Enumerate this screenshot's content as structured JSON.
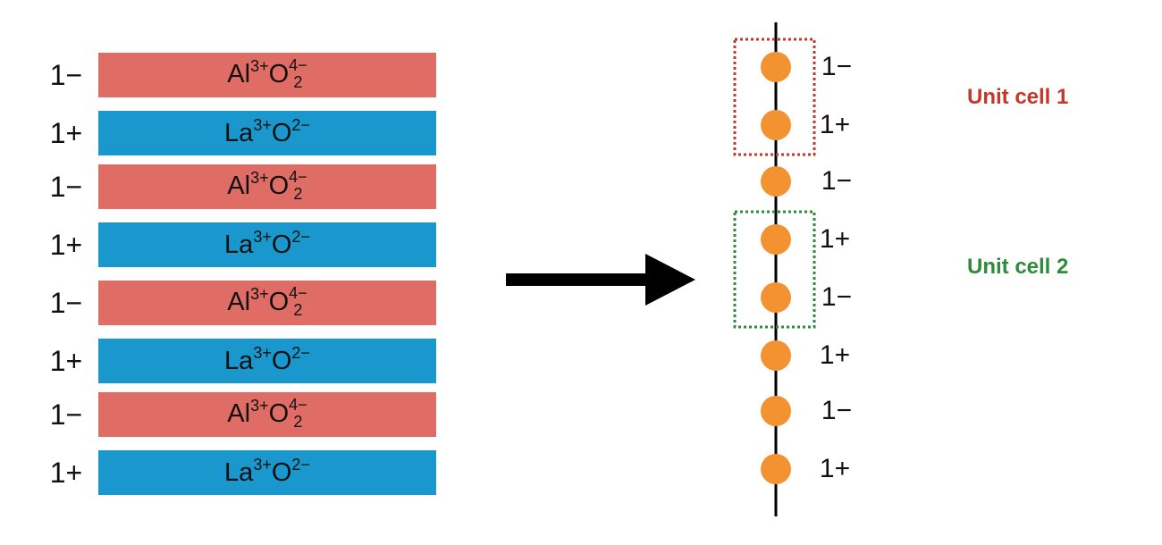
{
  "colors": {
    "al_slab": "#e06c66",
    "la_slab": "#1a97cc",
    "atom": "#f29230",
    "line": "#000000",
    "cell1": "#c0392b",
    "cell2": "#2e8b3a"
  },
  "layers": [
    {
      "charge": "1−",
      "type": "AlO2",
      "ion": "Al",
      "ion_charge": "3+",
      "oxygen": "O",
      "o_sub": "2",
      "o_sup": "4−"
    },
    {
      "charge": "1+",
      "type": "LaO",
      "ion": "La",
      "ion_charge": "3+",
      "oxygen": "O",
      "o_sup": "2−"
    },
    {
      "charge": "1−",
      "type": "AlO2",
      "ion": "Al",
      "ion_charge": "3+",
      "oxygen": "O",
      "o_sub": "2",
      "o_sup": "4−"
    },
    {
      "charge": "1+",
      "type": "LaO",
      "ion": "La",
      "ion_charge": "3+",
      "oxygen": "O",
      "o_sup": "2−"
    },
    {
      "charge": "1−",
      "type": "AlO2",
      "ion": "Al",
      "ion_charge": "3+",
      "oxygen": "O",
      "o_sub": "2",
      "o_sup": "4−"
    },
    {
      "charge": "1+",
      "type": "LaO",
      "ion": "La",
      "ion_charge": "3+",
      "oxygen": "O",
      "o_sup": "2−"
    },
    {
      "charge": "1−",
      "type": "AlO2",
      "ion": "Al",
      "ion_charge": "3+",
      "oxygen": "O",
      "o_sub": "2",
      "o_sup": "4−"
    },
    {
      "charge": "1+",
      "type": "LaO",
      "ion": "La",
      "ion_charge": "3+",
      "oxygen": "O",
      "o_sup": "2−"
    }
  ],
  "chain": {
    "charges": [
      "1−",
      "1+",
      "1−",
      "1+",
      "1−",
      "1+",
      "1−",
      "1+"
    ]
  },
  "unit_cells": [
    {
      "label": "Unit cell 1",
      "color_key": "cell1",
      "first_atom": 0
    },
    {
      "label": "Unit cell 2",
      "color_key": "cell2",
      "first_atom": 3
    }
  ]
}
